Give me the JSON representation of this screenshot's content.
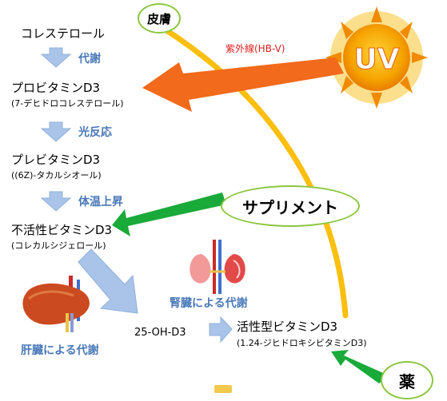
{
  "skin": "皮膚",
  "uv_label": "紫外線(HB-V)",
  "uv_sun": "UV",
  "supplement": "サプリメント",
  "medicine": "薬",
  "steps": {
    "cholesterol": "コレステロール",
    "metab1": "代謝",
    "provitamin": "プロビタミンD3",
    "provitamin_sub": "(7-デヒドロコレステロール)",
    "photoreaction": "光反応",
    "previtamin": "プレビタミンD3",
    "previtamin_sub": "((6Z)-タカルシオール)",
    "temp_rise": "体温上昇",
    "inactive": "不活性ビタミンD3",
    "inactive_sub": "(コレカルシジェロール)",
    "oh": "25-OH-D3",
    "active": "活性型ビタミンD3",
    "active_sub": "(1.24-ジヒドロキシビタミンD3)"
  },
  "organs": {
    "kidney": "腎臓による代謝",
    "liver": "肝臓による代謝"
  },
  "colors": {
    "arrow_blue": "#a9c4e8",
    "step_text": "#4a79b8",
    "uv_arrow": "#f26a1b",
    "green_arrow": "#1aaa3a",
    "skin_line": "#fbbf10",
    "uv_text": "#e02020"
  }
}
